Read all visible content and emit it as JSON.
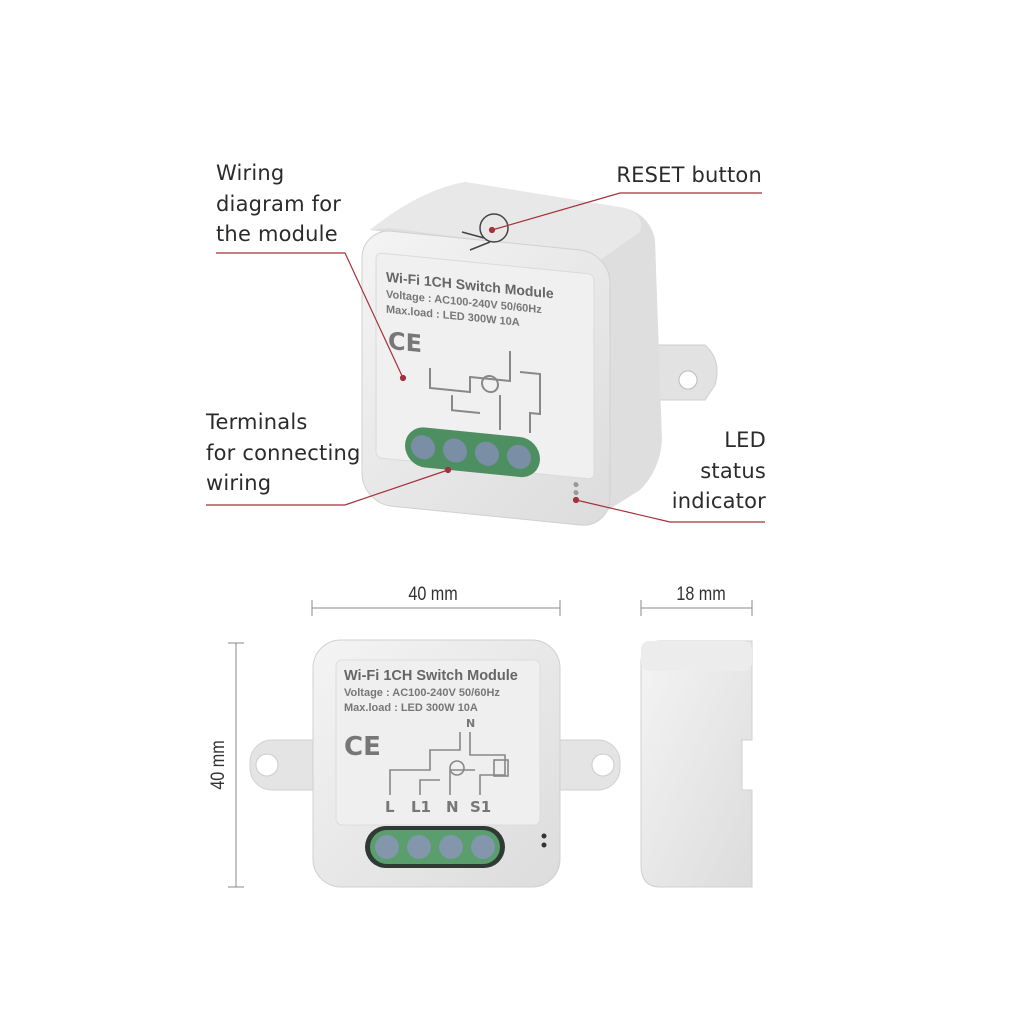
{
  "callouts": {
    "wiring_diagram": [
      "Wiring",
      "diagram for",
      "the module"
    ],
    "reset_button": [
      "RESET button"
    ],
    "terminals": [
      "Terminals",
      "for connecting",
      "wiring"
    ],
    "led_indicator": [
      "LED",
      "status",
      "indicator"
    ]
  },
  "dimensions": {
    "width": "40 mm",
    "depth": "18 mm",
    "height": "40 mm"
  },
  "device_label": {
    "title": "Wi-Fi 1CH Switch Module",
    "voltage": "Voltage : AC100-240V 50/60Hz",
    "max_load": "Max.load : LED 300W   10A",
    "terminals": [
      "L",
      "L1",
      "N",
      "S1"
    ],
    "n_marker": "N",
    "ce_mark": "CE"
  },
  "colors": {
    "callout_line": "#a3323a",
    "terminal_green": "#5a9e6e",
    "housing": "#ececec"
  }
}
